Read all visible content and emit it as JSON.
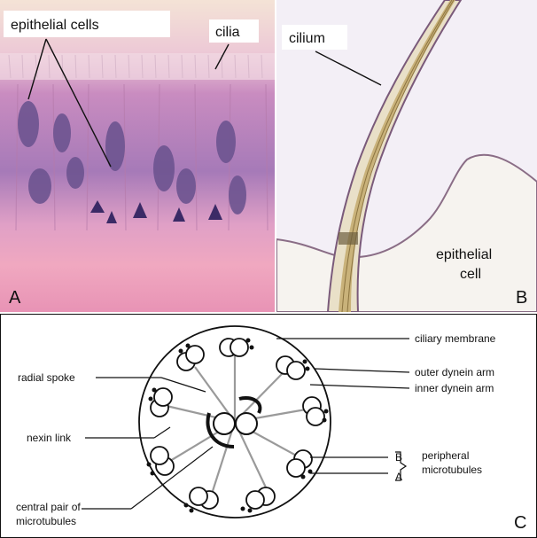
{
  "panel_a": {
    "label_epithelial_cells": "epithelial cells",
    "label_cilia": "cilia",
    "letter": "A"
  },
  "panel_b": {
    "label_cilium": "cilium",
    "label_epithelial": "epithelial",
    "label_cell": "cell",
    "letter": "B"
  },
  "panel_c": {
    "letter": "C",
    "labels": {
      "ciliary_membrane": "ciliary membrane",
      "outer_dynein_arm": "outer dynein arm",
      "inner_dynein_arm": "inner dynein arm",
      "radial_spoke": "radial spoke",
      "nexin_link": "nexin link",
      "b": "B",
      "a": "A",
      "peripheral_1": "peripheral",
      "peripheral_2": "microtubules",
      "central_pair_1": "central pair of",
      "central_pair_2": "microtubules"
    }
  },
  "colors": {
    "tissue_pink": "#e9a3c4",
    "nucleus_purple": "#6b4f8e",
    "cilium_gold": "#c9b27a"
  }
}
